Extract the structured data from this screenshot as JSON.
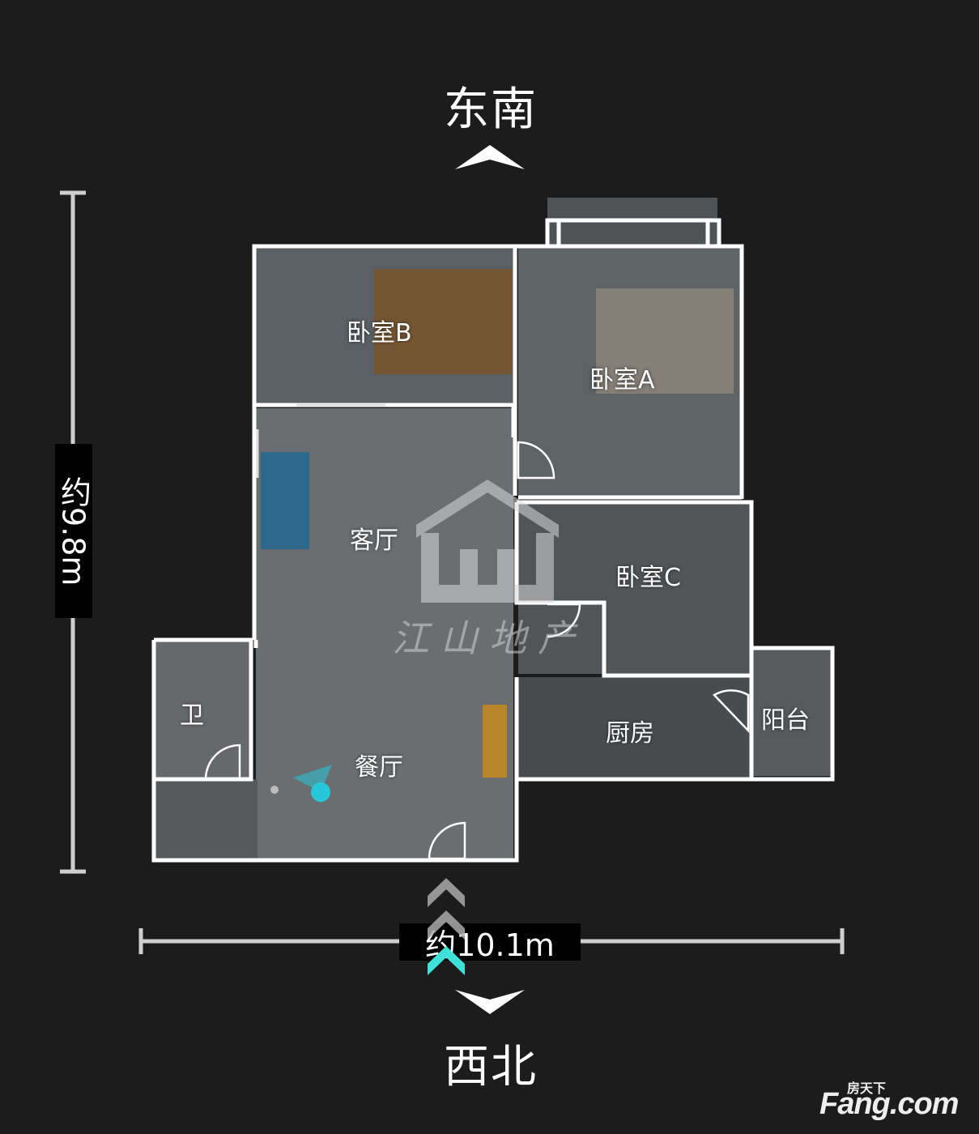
{
  "compass": {
    "top": "东南",
    "bottom": "西北"
  },
  "dimensions": {
    "height": "约9.8m",
    "width": "约10.1m"
  },
  "rooms": {
    "bedroom_b": "卧室B",
    "bedroom_a": "卧室A",
    "living_room": "客厅",
    "bedroom_c": "卧室C",
    "bathroom": "卫",
    "kitchen": "厨房",
    "balcony": "阳台",
    "dining_room": "餐厅"
  },
  "watermark": {
    "text": "江山地产"
  },
  "branding": {
    "logo_top": "房天下",
    "logo_main": "Fang.com"
  },
  "colors": {
    "background": "#1c1c1c",
    "wall": "#ffffff",
    "floor": "#5c6063",
    "marker": "#24c8d8"
  },
  "icons": {
    "compass_up": "chevron-up-icon",
    "compass_down": "chevron-down-icon",
    "position": "location-marker-icon",
    "walk": "triple-chevron-up-icon"
  }
}
